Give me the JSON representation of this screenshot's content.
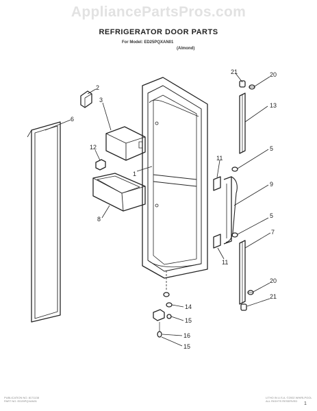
{
  "watermark": "AppliancePartsPros.com",
  "title": "REFRIGERATOR DOOR PARTS",
  "model": "For Model: ED25PQXAN01",
  "variant": "(Almond)",
  "callouts": {
    "c2": "2",
    "c3": "3",
    "c6": "6",
    "c12": "12",
    "c1": "1",
    "c8": "8",
    "c21a": "21",
    "c20a": "20",
    "c13": "13",
    "c5a": "5",
    "c11a": "11",
    "c9": "9",
    "c5b": "5",
    "c7": "7",
    "c11b": "11",
    "c20b": "20",
    "c21b": "21",
    "c14": "14",
    "c15a": "15",
    "c16": "16",
    "c15b": "15"
  },
  "footer_left": [
    "PUBLICATION NO. 8171138",
    "PART NO. ED25PQXAN01"
  ],
  "footer_right": [
    "LITHO IN U.S.A. ©2002 WHIRLPOOL",
    "ALL RIGHTS RESERVED"
  ],
  "page_number": "1",
  "colors": {
    "line": "#222222",
    "watermark": "#e2e2e2"
  }
}
